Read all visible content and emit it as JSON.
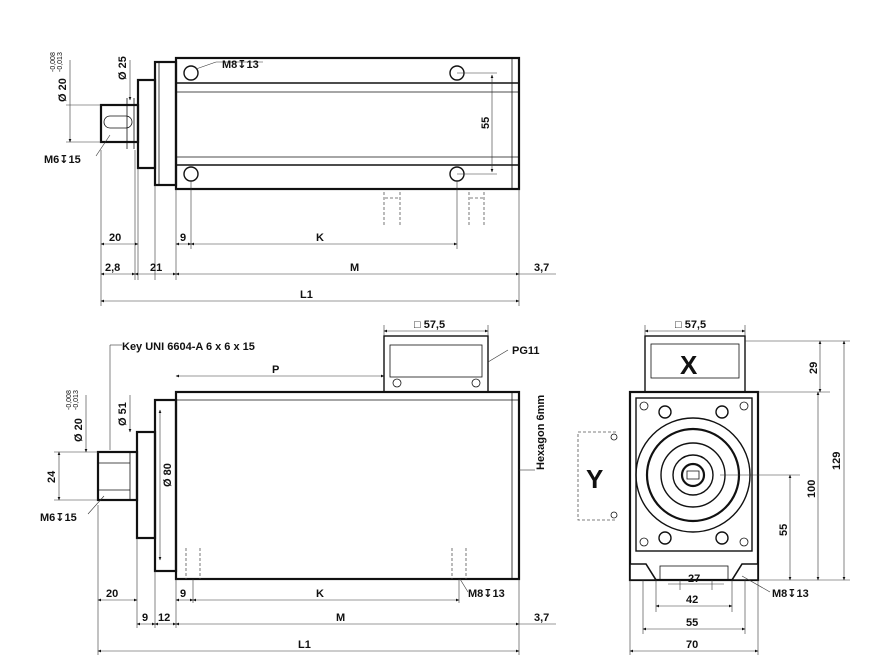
{
  "top_view": {
    "hole_thread": "M8↧13",
    "shaft_thread": "M6↧15",
    "shaft_dia_symbol": "Ø 20",
    "shaft_tol_upper": "-0,008",
    "shaft_tol_lower": "-0,013",
    "flange_dia": "Ø 25",
    "hole_spacing": "55",
    "dim_20": "20",
    "dim_9": "9",
    "dim_K": "K",
    "dim_2_8": "2,8",
    "dim_21": "21",
    "dim_M": "M",
    "dim_3_7": "3,7",
    "dim_L1": "L1"
  },
  "side_view": {
    "key_label": "Key UNI 6604-A 6 x 6 x 15",
    "box_width": "□ 57,5",
    "cable_gland": "PG11",
    "dim_P": "P",
    "shaft_dia": "Ø 20",
    "shaft_tol_upper": "-0,008",
    "shaft_tol_lower": "-0,013",
    "flange_dia_51": "Ø 51",
    "flange_dia_80": "Ø 80",
    "dim_24": "24",
    "hexagon": "Hexagon 6mm",
    "shaft_thread": "M6↧15",
    "hole_thread": "M8↧13",
    "dim_20": "20",
    "dim_9a": "9",
    "dim_K": "K",
    "dim_9b": "9",
    "dim_12": "12",
    "dim_M": "M",
    "dim_3_7": "3,7",
    "dim_L1": "L1"
  },
  "end_view": {
    "box_width": "□ 57,5",
    "label_X": "X",
    "label_Y": "Y",
    "dim_29": "29",
    "dim_129": "129",
    "dim_100": "100",
    "dim_55_v": "55",
    "dim_27": "27",
    "dim_42": "42",
    "dim_55_h": "55",
    "dim_70": "70",
    "hole_thread": "M8↧13"
  }
}
